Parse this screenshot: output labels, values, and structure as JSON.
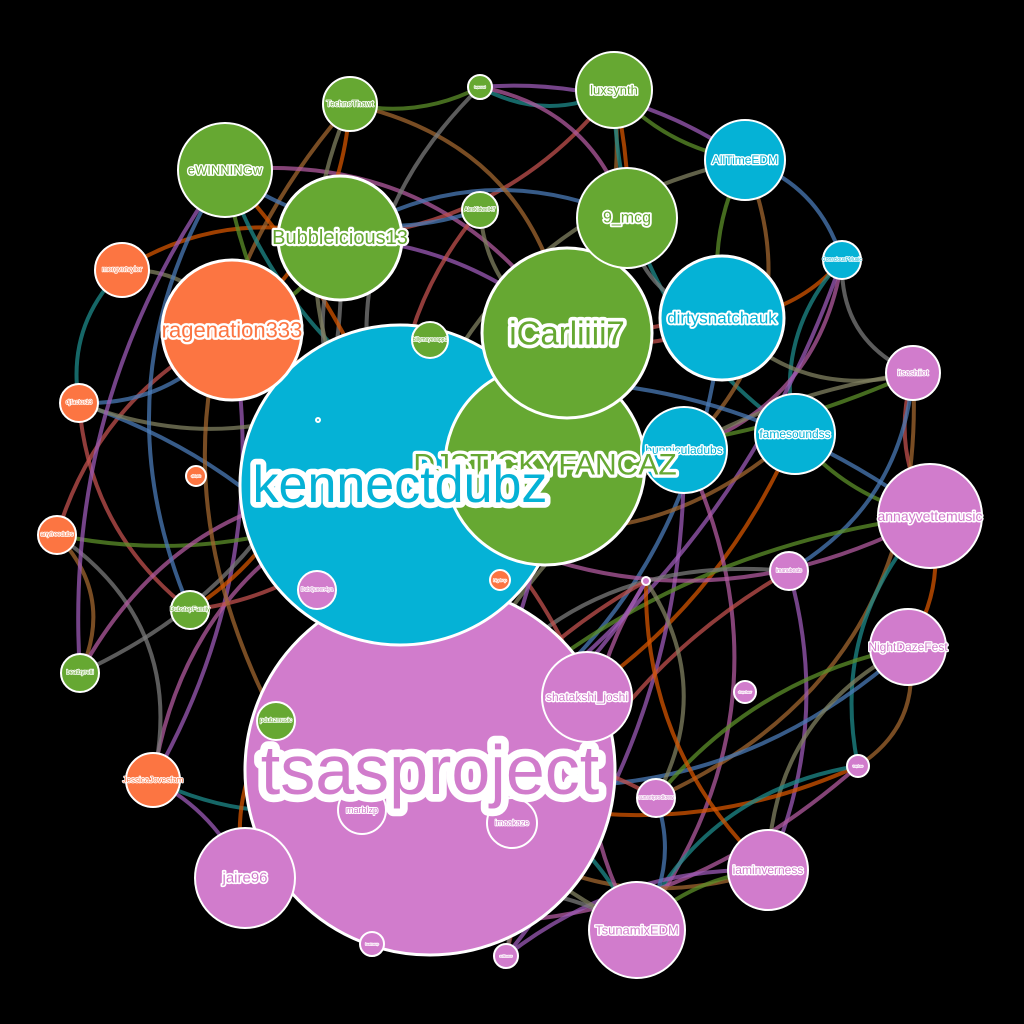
{
  "colors": {
    "background": "#000000",
    "node_stroke": "#ffffff",
    "groups": {
      "pink": "#d17ccc",
      "blue": "#05b2d6",
      "green": "#66a832",
      "orange": "#fc7542"
    },
    "edge_palette": [
      "#9b59b6",
      "#c0504d",
      "#4a7ab5",
      "#808060",
      "#a0652f",
      "#5c8f2a",
      "#d35400",
      "#1d8a8a",
      "#b05a9e",
      "#7a7a7a"
    ]
  },
  "nodes": [
    {
      "id": "tsasproject",
      "label": "tsasproject",
      "group": "pink"
    },
    {
      "id": "kennectdubz",
      "label": "kennectdubz",
      "group": "blue"
    },
    {
      "id": "djstickyfancaz",
      "label": "DJSTICKYFANCAZ",
      "group": "green"
    },
    {
      "id": "icarliiii7",
      "label": "iCarliiii7",
      "group": "green"
    },
    {
      "id": "ragenation333",
      "label": "ragenation333",
      "group": "orange"
    },
    {
      "id": "bubbleicious13",
      "label": "Bubbleicious13",
      "group": "green"
    },
    {
      "id": "dirtysnatchauk",
      "label": "dirtysnatchauk",
      "group": "blue"
    },
    {
      "id": "ewinningw",
      "label": "eWINNINGw",
      "group": "green"
    },
    {
      "id": "9_mcg",
      "label": "9_mcg",
      "group": "green"
    },
    {
      "id": "annayvettemusic",
      "label": "annayvettemusic",
      "group": "pink"
    },
    {
      "id": "jaire96",
      "label": "jaire96",
      "group": "pink"
    },
    {
      "id": "alltimeedm",
      "label": "AllTimeEDM",
      "group": "blue"
    },
    {
      "id": "nightdazefest",
      "label": "NightDazeFest",
      "group": "pink"
    },
    {
      "id": "tsunamixedm",
      "label": "TsunamixEDM",
      "group": "pink"
    },
    {
      "id": "iaminverness",
      "label": "iaminverness",
      "group": "pink"
    },
    {
      "id": "shatakshi_joshi",
      "label": "shatakshi_joshi",
      "group": "pink"
    },
    {
      "id": "bunniculadubs",
      "label": "bunniculadubs",
      "group": "blue"
    },
    {
      "id": "famesoundss",
      "label": "famesoundss",
      "group": "blue"
    },
    {
      "id": "luxsynth",
      "label": "luxsynth",
      "group": "green"
    },
    {
      "id": "technothawt",
      "label": "TechnoThawt",
      "group": "green"
    },
    {
      "id": "marblzp",
      "label": "marblzp",
      "group": "pink"
    },
    {
      "id": "imaakaze",
      "label": "imaakaze",
      "group": "pink"
    },
    {
      "id": "jessicajovesfam",
      "label": "JessicaJovesfam",
      "group": "orange"
    },
    {
      "id": "morgvntvylor",
      "label": "morgvntvylor",
      "group": "orange"
    },
    {
      "id": "itsashiiot",
      "label": "itsashiiot",
      "group": "pink"
    },
    {
      "id": "djfactor13",
      "label": "djfactor13",
      "group": "orange"
    },
    {
      "id": "anyfreedubs",
      "label": "anyfreedubs",
      "group": "orange"
    },
    {
      "id": "beatbyrelli",
      "label": "beatbyrelli",
      "group": "green"
    },
    {
      "id": "dubstepfamily",
      "label": "DubstepFamily",
      "group": "green"
    },
    {
      "id": "pdubzmusic",
      "label": "pdubzmusic",
      "group": "green"
    },
    {
      "id": "billymayesapp",
      "label": "billymayesapp1",
      "group": "green"
    },
    {
      "id": "alexkidwelll",
      "label": "AlexKidwell47",
      "group": "green"
    },
    {
      "id": "consciousmusic",
      "label": "ConsciousPMusic",
      "group": "blue"
    },
    {
      "id": "imanubeats",
      "label": "imanubeats",
      "group": "pink"
    },
    {
      "id": "sunsetprodkru",
      "label": "sunsetprodkrew",
      "group": "pink"
    },
    {
      "id": "dubqueen",
      "label": "DubQueen4ya",
      "group": "pink"
    },
    {
      "id": "tinygreen1",
      "label": "lagerowl",
      "group": "green"
    },
    {
      "id": "tinyorange1",
      "label": "bigdrop",
      "group": "orange"
    },
    {
      "id": "tinyorange2",
      "label": "djbigbit",
      "group": "orange"
    },
    {
      "id": "tinypink1",
      "label": "dropchasr",
      "group": "pink"
    },
    {
      "id": "tinypink2",
      "label": "trapbae",
      "group": "pink"
    },
    {
      "id": "tinypink3",
      "label": "beatmeup",
      "group": "pink"
    },
    {
      "id": "tinypink4",
      "label": "subbasss",
      "group": "pink"
    },
    {
      "id": "tinypink5",
      "label": "wobbler",
      "group": "pink"
    },
    {
      "id": "tinyblue1",
      "label": "prodby",
      "group": "blue"
    }
  ],
  "edges": [
    [
      "ragenation333",
      "jessicajovesfam"
    ],
    [
      "ragenation333",
      "anyfreedubs"
    ],
    [
      "ragenation333",
      "djfactor13"
    ],
    [
      "ragenation333",
      "morgvntvylor"
    ],
    [
      "ragenation333",
      "tsasproject"
    ],
    [
      "ragenation333",
      "bubbleicious13"
    ],
    [
      "ragenation333",
      "kennectdubz"
    ],
    [
      "jessicajovesfam",
      "tsasproject"
    ],
    [
      "jessicajovesfam",
      "kennectdubz"
    ],
    [
      "jessicajovesfam",
      "anyfreedubs"
    ],
    [
      "jessicajovesfam",
      "jaire96"
    ],
    [
      "djfactor13",
      "dubstepfamily"
    ],
    [
      "djfactor13",
      "tsasproject"
    ],
    [
      "djfactor13",
      "billymayesapp"
    ],
    [
      "anyfreedubs",
      "beatbyrelli"
    ],
    [
      "anyfreedubs",
      "kennectdubz"
    ],
    [
      "morgvntvylor",
      "bubbleicious13"
    ],
    [
      "morgvntvylor",
      "djfactor13"
    ],
    [
      "beatbyrelli",
      "kennectdubz"
    ],
    [
      "beatbyrelli",
      "bubbleicious13"
    ],
    [
      "beatbyrelli",
      "ewinningw"
    ],
    [
      "dubstepfamily",
      "kennectdubz"
    ],
    [
      "dubstepfamily",
      "ewinningw"
    ],
    [
      "pdubzmusic",
      "kennectdubz"
    ],
    [
      "pdubzmusic",
      "technothawt"
    ],
    [
      "ewinningw",
      "kennectdubz"
    ],
    [
      "ewinningw",
      "tsasproject"
    ],
    [
      "ewinningw",
      "djstickyfancaz"
    ],
    [
      "ewinningw",
      "icarliiii7"
    ],
    [
      "bubbleicious13",
      "kennectdubz"
    ],
    [
      "bubbleicious13",
      "icarliiii7"
    ],
    [
      "bubbleicious13",
      "luxsynth"
    ],
    [
      "bubbleicious13",
      "9_mcg"
    ],
    [
      "technothawt",
      "kennectdubz"
    ],
    [
      "technothawt",
      "icarliiii7"
    ],
    [
      "technothawt",
      "tinygreen1"
    ],
    [
      "technothawt",
      "ragenation333"
    ],
    [
      "tinygreen1",
      "luxsynth"
    ],
    [
      "tinygreen1",
      "9_mcg"
    ],
    [
      "tinygreen1",
      "kennectdubz"
    ],
    [
      "tinygreen1",
      "alltimeedm"
    ],
    [
      "alexkidwelll",
      "kennectdubz"
    ],
    [
      "alexkidwelll",
      "ewinningw"
    ],
    [
      "alexkidwelll",
      "icarliiii7"
    ],
    [
      "luxsynth",
      "kennectdubz"
    ],
    [
      "luxsynth",
      "alltimeedm"
    ],
    [
      "luxsynth",
      "djstickyfancaz"
    ],
    [
      "luxsynth",
      "famesoundss"
    ],
    [
      "9_mcg",
      "kennectdubz"
    ],
    [
      "9_mcg",
      "dirtysnatchauk"
    ],
    [
      "icarliiii7",
      "kennectdubz"
    ],
    [
      "icarliiii7",
      "dirtysnatchauk"
    ],
    [
      "alltimeedm",
      "consciousmusic"
    ],
    [
      "alltimeedm",
      "kennectdubz"
    ],
    [
      "alltimeedm",
      "bunniculadubs"
    ],
    [
      "alltimeedm",
      "dirtysnatchauk"
    ],
    [
      "consciousmusic",
      "dirtysnatchauk"
    ],
    [
      "consciousmusic",
      "famesoundss"
    ],
    [
      "consciousmusic",
      "bunniculadubs"
    ],
    [
      "consciousmusic",
      "itsashiiot"
    ],
    [
      "consciousmusic",
      "tsasproject"
    ],
    [
      "dirtysnatchauk",
      "kennectdubz"
    ],
    [
      "dirtysnatchauk",
      "tsasproject"
    ],
    [
      "dirtysnatchauk",
      "itsashiiot"
    ],
    [
      "famesoundss",
      "kennectdubz"
    ],
    [
      "famesoundss",
      "annayvettemusic"
    ],
    [
      "famesoundss",
      "tsasproject"
    ],
    [
      "bunniculadubs",
      "tsasproject"
    ],
    [
      "bunniculadubs",
      "tsunamixedm"
    ],
    [
      "bunniculadubs",
      "jaire96"
    ],
    [
      "bunniculadubs",
      "tinypink4"
    ],
    [
      "itsashiiot",
      "annayvettemusic"
    ],
    [
      "itsashiiot",
      "imanubeats"
    ],
    [
      "itsashiiot",
      "tsasproject"
    ],
    [
      "itsashiiot",
      "sunsetprodkru"
    ],
    [
      "annayvettemusic",
      "tsasproject"
    ],
    [
      "annayvettemusic",
      "nightdazefest"
    ],
    [
      "annayvettemusic",
      "tinypink2"
    ],
    [
      "annayvettemusic",
      "kennectdubz"
    ],
    [
      "imanubeats",
      "tsasproject"
    ],
    [
      "imanubeats",
      "iaminverness"
    ],
    [
      "imanubeats",
      "tinypink4"
    ],
    [
      "nightdazefest",
      "tsasproject"
    ],
    [
      "nightdazefest",
      "iaminverness"
    ],
    [
      "nightdazefest",
      "tinypink2"
    ],
    [
      "nightdazefest",
      "sunsetprodkru"
    ],
    [
      "tinypink2",
      "tsasproject"
    ],
    [
      "tinypink2",
      "tsunamixedm"
    ],
    [
      "tinypink2",
      "jaire96"
    ],
    [
      "tinypink4",
      "tsasproject"
    ],
    [
      "tinypink4",
      "iaminverness"
    ],
    [
      "sunsetprodkru",
      "tsasproject"
    ],
    [
      "sunsetprodkru",
      "tsunamixedm"
    ],
    [
      "sunsetprodkru",
      "tinypink5"
    ],
    [
      "iaminverness",
      "tsasproject"
    ],
    [
      "iaminverness",
      "tsunamixedm"
    ],
    [
      "iaminverness",
      "tinypink5"
    ],
    [
      "tsunamixedm",
      "tsasproject"
    ],
    [
      "tsunamixedm",
      "tinypink5"
    ],
    [
      "tsunamixedm",
      "tinypink3"
    ],
    [
      "tinypink5",
      "tsasproject"
    ],
    [
      "tinypink5",
      "tinypink3"
    ],
    [
      "tinypink3",
      "tsasproject"
    ],
    [
      "tinypink3",
      "jaire96"
    ],
    [
      "jaire96",
      "tsasproject"
    ],
    [
      "jaire96",
      "marblzp"
    ],
    [
      "jaire96",
      "pdubzmusic"
    ],
    [
      "marblzp",
      "tsasproject"
    ],
    [
      "imaakaze",
      "tsasproject"
    ],
    [
      "shatakshi_joshi",
      "tsasproject"
    ],
    [
      "shatakshi_joshi",
      "kennectdubz"
    ],
    [
      "shatakshi_joshi",
      "tinyblue1"
    ],
    [
      "tinyblue1",
      "annayvettemusic"
    ],
    [
      "tinyblue1",
      "tsunamixedm"
    ],
    [
      "tinyblue1",
      "jaire96"
    ],
    [
      "tinyblue1",
      "itsashiiot"
    ],
    [
      "tinyblue1",
      "dubstepfamily"
    ],
    [
      "kennectdubz",
      "tsasproject"
    ],
    [
      "kennectdubz",
      "djstickyfancaz"
    ],
    [
      "djstickyfancaz",
      "icarliiii7"
    ],
    [
      "djstickyfancaz",
      "tsasproject"
    ]
  ]
}
